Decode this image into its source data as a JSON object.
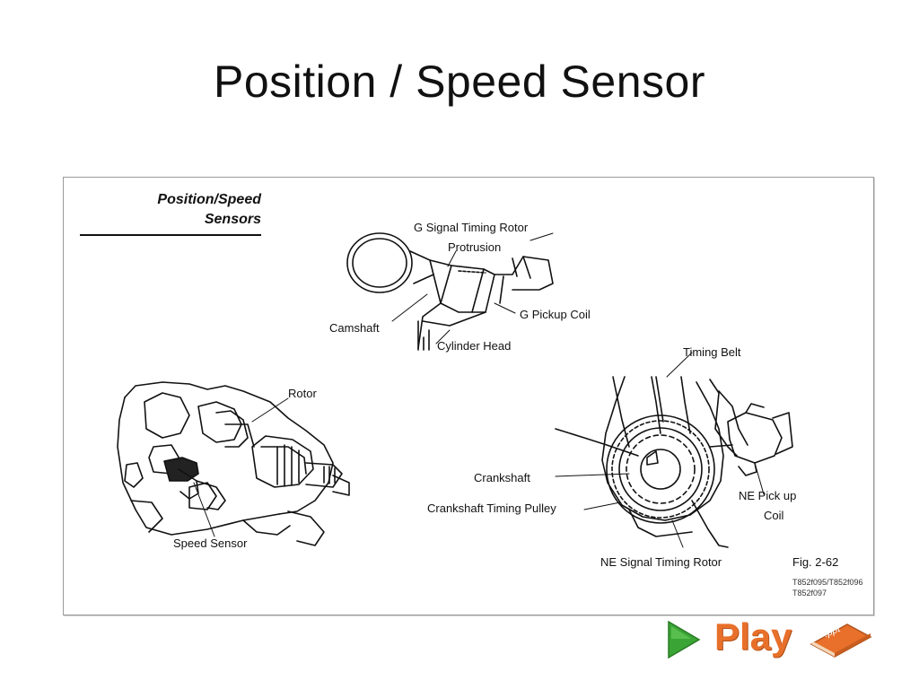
{
  "slide": {
    "title": "Position / Speed Sensor"
  },
  "figure": {
    "heading_line1": "Position/Speed",
    "heading_line2": "Sensors",
    "labels": {
      "g_signal_timing_rotor": "G Signal Timing Rotor",
      "protrusion": "Protrusion",
      "camshaft": "Camshaft",
      "g_pickup_coil": "G Pickup Coil",
      "cylinder_head": "Cylinder Head",
      "rotor": "Rotor",
      "speed_sensor": "Speed Sensor",
      "timing_belt": "Timing Belt",
      "crankshaft": "Crankshaft",
      "crankshaft_timing_pulley": "Crankshaft Timing Pulley",
      "ne_pickup_coil_line1": "NE Pick up",
      "ne_pickup_coil_line2": "Coil",
      "ne_signal_timing_rotor": "NE Signal Timing Rotor",
      "fig_number": "Fig. 2-62",
      "ref_code_line1": "T852f095/T852f096",
      "ref_code_line2": "T852f097"
    }
  },
  "play_button": {
    "label": "Play",
    "badge": ".ppt"
  },
  "colors": {
    "play_orange": "#e8702a",
    "play_green": "#3aa534",
    "ink": "#111111"
  }
}
